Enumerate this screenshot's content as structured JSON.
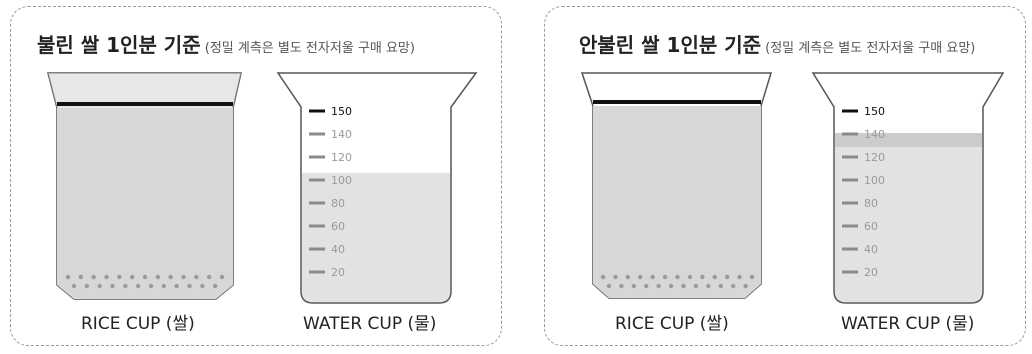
{
  "panels": [
    {
      "title_main": "불린 쌀 1인분 기준",
      "title_note": " (정밀 계측은 별도 전자저울 구매 요망)",
      "rice_caption": "RICE CUP (쌀)",
      "water_caption": "WATER CUP (물)",
      "water_fill_level": 100,
      "highlight_band": null
    },
    {
      "title_main": "안불린 쌀 1인분 기준",
      "title_note": " (정밀 계측은 별도 전자저울 구매 요망)",
      "rice_caption": "RICE CUP (쌀)",
      "water_caption": "WATER CUP (물)",
      "water_fill_level": 140,
      "highlight_band": 140
    }
  ],
  "scale_ticks": [
    "150",
    "140",
    "120",
    "100",
    "80",
    "60",
    "40",
    "20"
  ],
  "colors": {
    "outline": "#555555",
    "fill": "#e2e2e2",
    "rice_fill": "#d7d7d7",
    "band": "#cccccc",
    "tick": "#8a8a8a",
    "dots": "#9a9a9a"
  }
}
